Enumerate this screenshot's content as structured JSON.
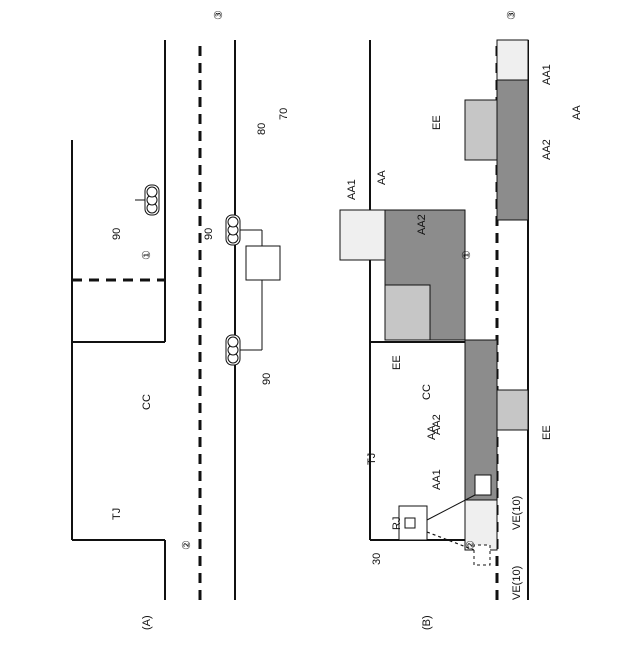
{
  "panel_labels": {
    "a": "(A)",
    "b": "(B)"
  },
  "markers": {
    "one": "①",
    "two": "②",
    "three": "③"
  },
  "labels": {
    "tj": "TJ",
    "cc": "CC",
    "signal": "90",
    "controller": "80",
    "system": "70",
    "aa": "AA",
    "aa1": "AA1",
    "aa2": "AA2",
    "ee": "EE",
    "server": "30",
    "rj": "RJ",
    "vehicle": "VE(10)"
  }
}
